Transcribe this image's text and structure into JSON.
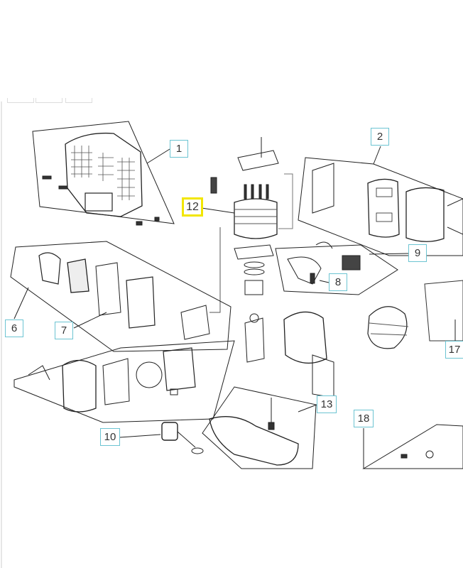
{
  "diagram": {
    "title": "Engine exploded parts diagram",
    "highlight_color": "#f2e600",
    "callout_color": "#6cc4d2",
    "callouts": [
      {
        "label": "1"
      },
      {
        "label": "2"
      },
      {
        "label": "12",
        "highlighted": true
      },
      {
        "label": "9"
      },
      {
        "label": "8"
      },
      {
        "label": "6"
      },
      {
        "label": "7"
      },
      {
        "label": "17"
      },
      {
        "label": "10"
      },
      {
        "label": "13"
      },
      {
        "label": "18"
      }
    ]
  }
}
